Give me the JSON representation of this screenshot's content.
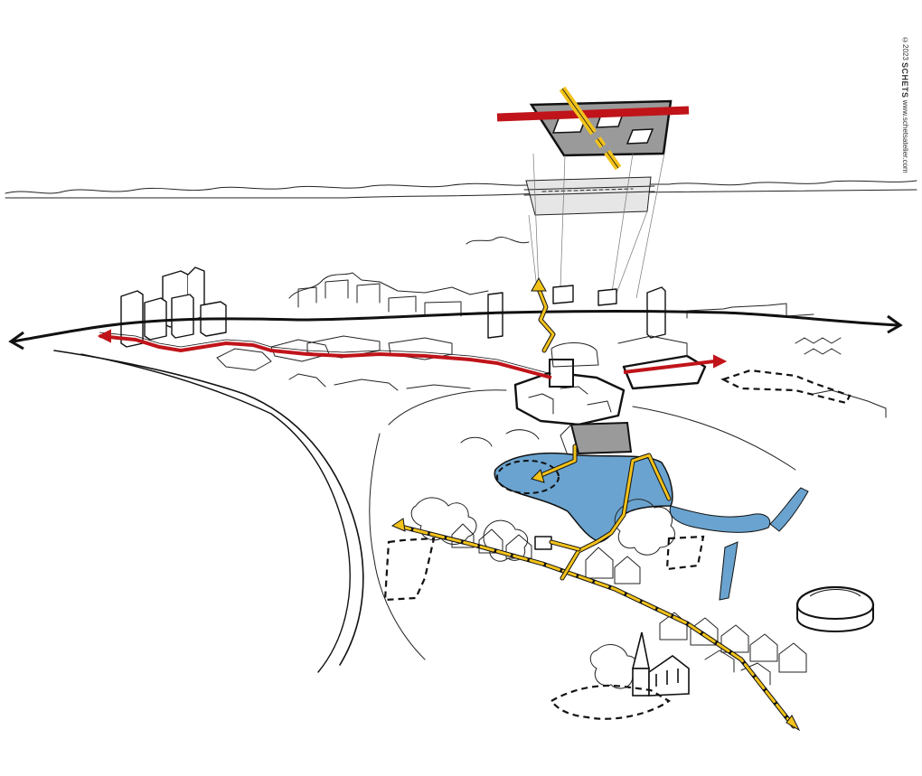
{
  "credit": {
    "line1": "©2023",
    "brand": "SCHETS",
    "line2": "www.schetsatelier.com"
  },
  "colors": {
    "route_red": "#c0141a",
    "route_yellow": "#f2c21b",
    "water_blue": "#6aa3cf",
    "ink": "#111111",
    "roof_gray": "#9a9a9a"
  },
  "icons": {
    "left_arrow": "arrow-left-icon",
    "right_arrow": "arrow-right-icon"
  }
}
